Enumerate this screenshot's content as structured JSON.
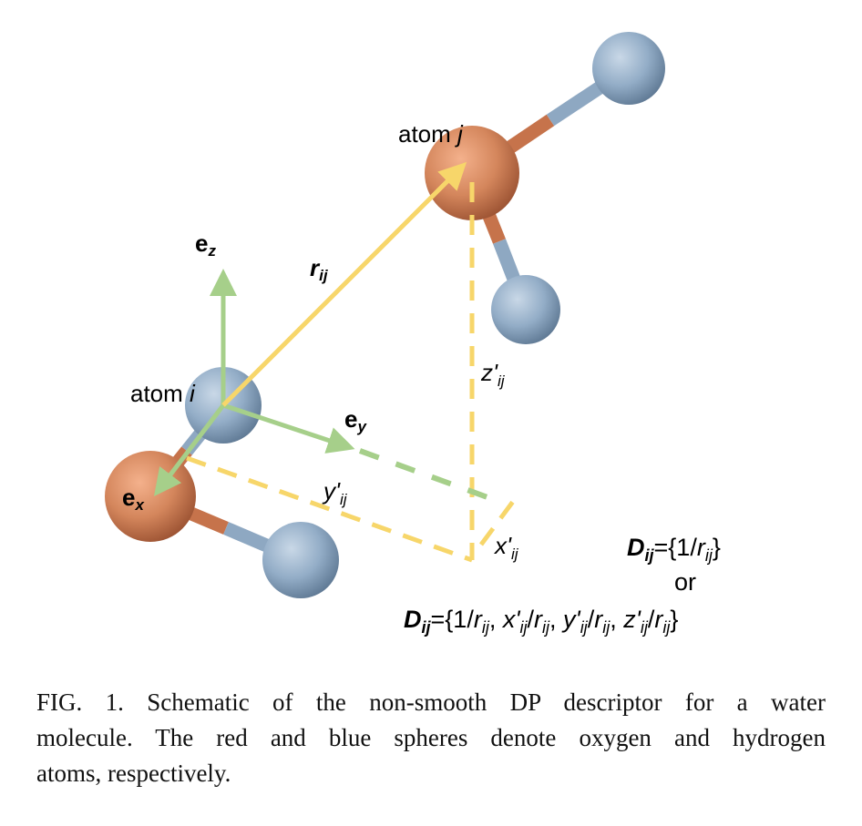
{
  "colors": {
    "oxygen": "#d4865c",
    "hydrogen": "#93adc7",
    "axis_green": "#a6cf8a",
    "vector_yellow": "#f7d66a"
  },
  "labels": {
    "atom_i": {
      "word": "atom",
      "index": "i"
    },
    "atom_j": {
      "word": "atom",
      "index": "j"
    },
    "e_z": {
      "base": "e",
      "sub": "z"
    },
    "e_y": {
      "base": "e",
      "sub": "y"
    },
    "e_x": {
      "base": "e",
      "sub": "x"
    },
    "r_ij": {
      "base": "r",
      "sub": "ij"
    },
    "z_ij": {
      "base": "z'",
      "sub": "ij"
    },
    "y_ij": {
      "base": "y'",
      "sub": "ij"
    },
    "x_ij": {
      "base": "x'",
      "sub": "ij"
    }
  },
  "formula_short": [
    {
      "t": "D",
      "s": "bi"
    },
    {
      "t": "ij",
      "s": "bisub"
    },
    {
      "t": "={1/",
      "s": "n"
    },
    {
      "t": "r",
      "s": "i"
    },
    {
      "t": "ij",
      "s": "isub"
    },
    {
      "t": "}",
      "s": "n"
    }
  ],
  "or_text": "or",
  "formula_long": [
    {
      "t": "D",
      "s": "bi"
    },
    {
      "t": "ij",
      "s": "bisub"
    },
    {
      "t": "={1/",
      "s": "n"
    },
    {
      "t": "r",
      "s": "i"
    },
    {
      "t": "ij",
      "s": "isub"
    },
    {
      "t": ", ",
      "s": "n"
    },
    {
      "t": "x'",
      "s": "i"
    },
    {
      "t": "ij",
      "s": "isub"
    },
    {
      "t": "/",
      "s": "n"
    },
    {
      "t": "r",
      "s": "i"
    },
    {
      "t": "ij",
      "s": "isub"
    },
    {
      "t": ", ",
      "s": "n"
    },
    {
      "t": "y'",
      "s": "i"
    },
    {
      "t": "ij",
      "s": "isub"
    },
    {
      "t": "/",
      "s": "n"
    },
    {
      "t": "r",
      "s": "i"
    },
    {
      "t": "ij",
      "s": "isub"
    },
    {
      "t": ", ",
      "s": "n"
    },
    {
      "t": "z'",
      "s": "i"
    },
    {
      "t": "ij",
      "s": "isub"
    },
    {
      "t": "/",
      "s": "n"
    },
    {
      "t": "r",
      "s": "i"
    },
    {
      "t": "ij",
      "s": "isub"
    },
    {
      "t": "}",
      "s": "n"
    }
  ],
  "caption": {
    "lines": [
      "FIG. 1.  Schematic of the non-smooth DP descriptor for a water",
      "molecule. The red and blue spheres denote oxygen and hydrogen",
      "atoms, respectively."
    ]
  }
}
